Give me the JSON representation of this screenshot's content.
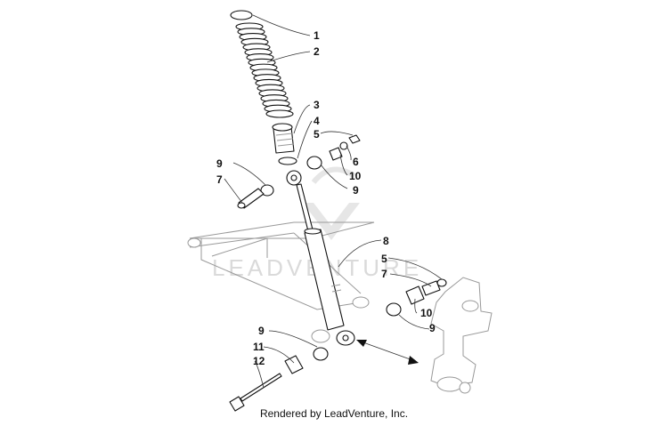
{
  "watermark": {
    "text": "LEADVENTURE"
  },
  "callouts": {
    "c1": "1",
    "c2": "2",
    "c3": "3",
    "c4": "4",
    "c5a": "5",
    "c6": "6",
    "c10a": "10",
    "c9a": "9",
    "c9b": "9",
    "c7a": "7",
    "c8": "8",
    "c5b": "5",
    "c7b": "7",
    "c10b": "10",
    "c9c": "9",
    "c9d": "9",
    "c11": "11",
    "c12": "12"
  },
  "credit": "Rendered by LeadVenture, Inc."
}
